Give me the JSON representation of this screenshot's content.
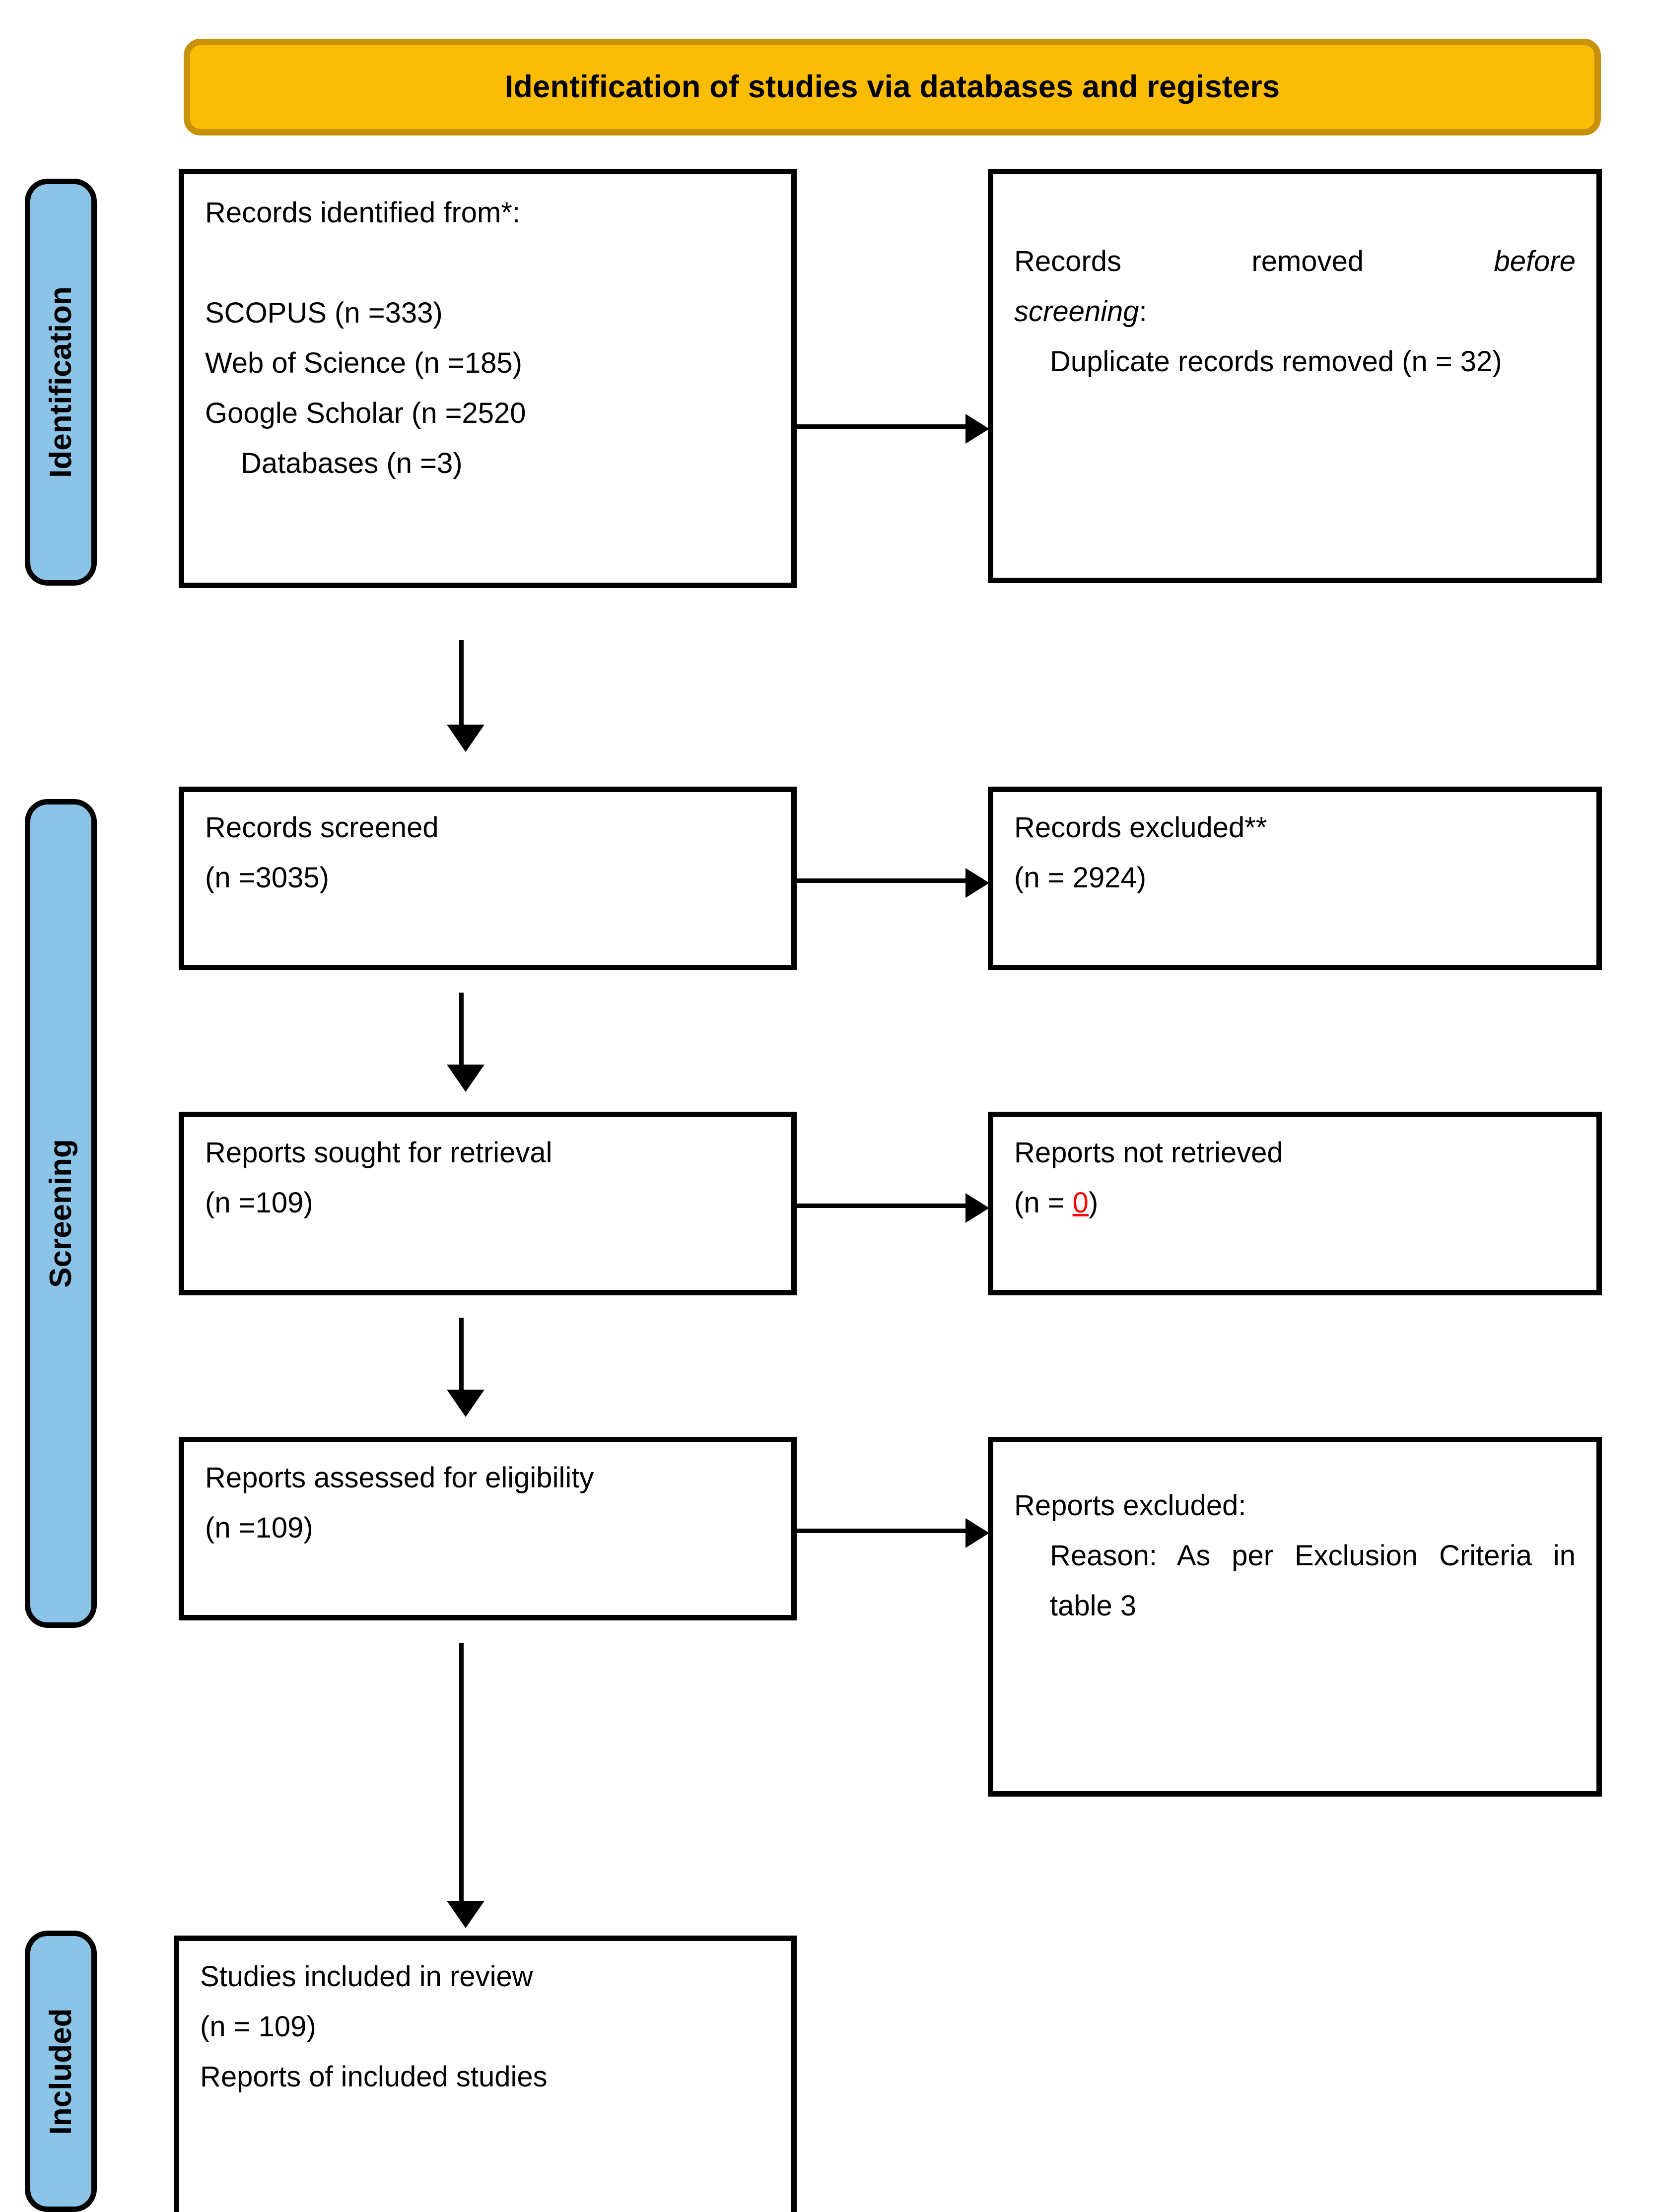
{
  "banner": {
    "title": "Identification of studies via databases and registers"
  },
  "rails": [
    {
      "key": "identification",
      "label": "Identification"
    },
    {
      "key": "screening",
      "label": "Screening"
    },
    {
      "key": "included",
      "label": "Included"
    }
  ],
  "boxes": {
    "identified": {
      "heading": "Records identified from*:",
      "line_blank": " ",
      "sources": [
        "SCOPUS (n =333)",
        "Web of Science (n =185)",
        "Google Scholar (n =2520",
        "Databases (n =3)"
      ]
    },
    "removed": {
      "line1": "Records removed ",
      "line1_italic": "before",
      "line2_italic": "screening",
      "line2_tail": ":",
      "detail": "Duplicate records removed (n = 32)"
    },
    "screened": {
      "label": "Records screened",
      "count": "(n =3035)"
    },
    "excluded": {
      "label": "Records excluded**",
      "count": "(n = 2924)"
    },
    "sought": {
      "label": "Reports sought for retrieval",
      "count": "(n =109)"
    },
    "not_retrieved": {
      "label": "Reports not retrieved",
      "count_prefix": "(n = ",
      "count_value": "0",
      "count_suffix": ")"
    },
    "assessed": {
      "label": "Reports assessed for eligibility",
      "count": "(n =109)"
    },
    "reports_excluded": {
      "heading": "Reports excluded:",
      "reason": "Reason: As per Exclusion Criteria in table 3"
    },
    "included": {
      "label": "Studies included in review",
      "count": "(n = 109)",
      "reports": "Reports of included studies"
    }
  },
  "colors": {
    "banner_fill": "#FBBC05",
    "banner_border": "#C8910A",
    "rail_fill": "#8CC4E8",
    "box_border": "#000000",
    "highlight_red": "#FF0000"
  },
  "arrows": [
    {
      "name": "identified-to-removed",
      "direction": "right"
    },
    {
      "name": "identified-to-screened",
      "direction": "down"
    },
    {
      "name": "screened-to-excluded",
      "direction": "right"
    },
    {
      "name": "screened-to-sought",
      "direction": "down"
    },
    {
      "name": "sought-to-not-retrieved",
      "direction": "right"
    },
    {
      "name": "sought-to-assessed",
      "direction": "down"
    },
    {
      "name": "assessed-to-reports-excluded",
      "direction": "right"
    },
    {
      "name": "assessed-to-included",
      "direction": "down"
    }
  ]
}
